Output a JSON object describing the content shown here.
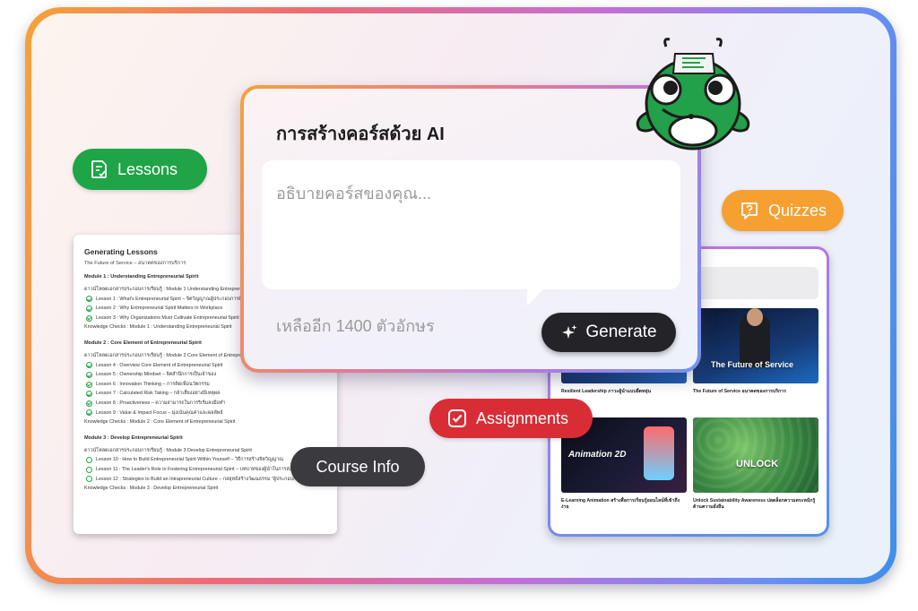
{
  "pills": {
    "lessons": "Lessons",
    "quizzes": "Quizzes",
    "assignments": "Assignments",
    "course_info": "Course Info"
  },
  "ai_dialog": {
    "title": "การสร้างคอร์สด้วย AI",
    "placeholder": "อธิบายคอร์สของคุณ...",
    "counter": "เหลืออีก 1400 ตัวอักษร",
    "generate": "Generate"
  },
  "doc": {
    "title": "Generating Lessons",
    "subtitle": "The Future of Service – อนาคตของการบริการ",
    "modules": [
      {
        "title": "Module 1 : Understanding Entrepreneurial Spirit",
        "intro": "ดาวน์โหลดเอกสารประกอบการเรียนรู้ : Module 1 Understanding Entrepreneurial Spirit",
        "lessons": [
          {
            "text": "Lesson 1 : What's Entrepreneurial Spirit – จิตวิญญาณผู้ประกอบการคืออะไร",
            "done": true
          },
          {
            "text": "Lesson 2 : Why Entrepreneurial Spirit Matters in Workplace",
            "done": true
          },
          {
            "text": "Lesson 3 : Why Organizations Must Cultivate Entrepreneurial Spirit",
            "done": true
          }
        ],
        "check": "Knowledge Checks : Module 1 : Understanding Entrepreneurial Spirit"
      },
      {
        "title": "Module 2 : Core Element of Entrepreneurial Spirit",
        "intro": "ดาวน์โหลดเอกสารประกอบการเรียนรู้ : Module 2 Core Element of Entrepreneurial Spirit",
        "lessons": [
          {
            "text": "Lesson 4 : Overview Core Element of Entrepreneurial Spirit",
            "done": true
          },
          {
            "text": "Lesson 5 : Ownership Mindset – จิตสำนึกการเป็นเจ้าของ",
            "done": true
          },
          {
            "text": "Lesson 6 : Innovation Thinking – การคิดเพื่อนวัตกรรม",
            "done": true
          },
          {
            "text": "Lesson 7 : Calculated Risk Taking – กล้าเสี่ยงอย่างมีเหตุผล",
            "done": true
          },
          {
            "text": "Lesson 8 : Proactiveness – ความสามารถในการริเริ่มลงมือทำ",
            "done": true
          },
          {
            "text": "Lesson 9 : Value & Impact Focus – มุ่งเน้นคุณค่าและผลลัพธ์",
            "done": true
          }
        ],
        "check": "Knowledge Checks : Module 2 : Core Element of Entrepreneurial Spirit"
      },
      {
        "title": "Module 3 : Develop Entrepreneurial Spirit",
        "intro": "ดาวน์โหลดเอกสารประกอบการเรียนรู้ : Module 3 Develop Entrepreneurial Spirit",
        "lessons": [
          {
            "text": "Lesson 10 : How to Build Entrepreneurial Spirit Within Yourself – วิธีการสร้างจิตวิญญาณ",
            "done": false
          },
          {
            "text": "Lesson 11 : The Leader's Role in Fostering Entrepreneurial Spirit – บทบาทของผู้นำในการส่งเสริม",
            "done": false
          },
          {
            "text": "Lesson 12 : Strategies to Build an Intrapreneurial Culture – กลยุทธ์สร้างวัฒนธรรม \"ผู้ประกอบการ\"",
            "done": false
          }
        ],
        "check": "Knowledge Checks : Module 3 : Develop Entrepreneurial Spirit"
      }
    ]
  },
  "courses": [
    {
      "thumb_text": "",
      "caption": "Resilient Leadership ภาวะผู้นำแบบยืดหยุ่น"
    },
    {
      "thumb_text": "The Future of Service",
      "caption": "The Future of Service อนาคตของการบริการ"
    },
    {
      "thumb_text": "Animation 2D",
      "caption": "E-Learning Animation สร้างสื่อการเรียนรู้ออนไลน์ที่เข้าถึงง่าย"
    },
    {
      "thumb_text": "UNLOCK",
      "caption": "Unlock Sustainability Awareness ปลดล็อกความตระหนักรู้ด้านความยั่งยืน"
    }
  ],
  "colors": {
    "lessons": "#1fa447",
    "quizzes": "#f5a030",
    "assignments": "#d92d36",
    "course_info": "#3b3b3f",
    "generate": "#242428"
  },
  "icons": {
    "lessons": "document-check-icon",
    "quizzes": "question-bubble-icon",
    "assignments": "checkbox-icon",
    "generate": "sparkle-icon"
  }
}
